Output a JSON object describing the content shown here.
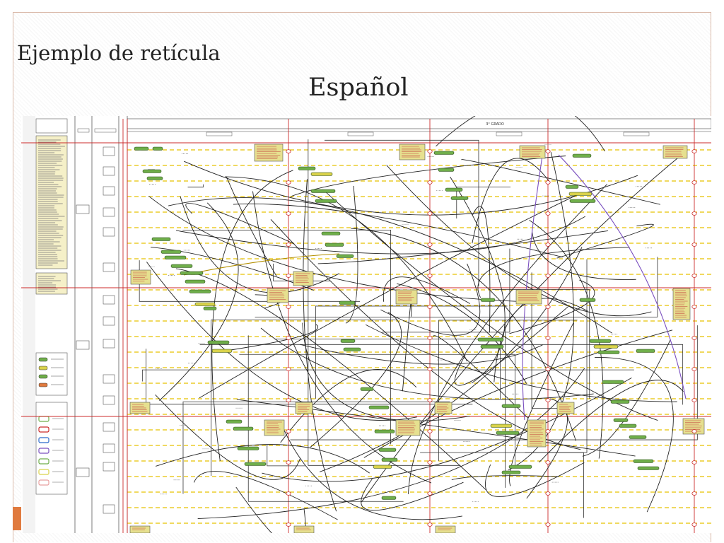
{
  "slide": {
    "title": "Ejemplo de retícula",
    "subtitle": "Español"
  },
  "grid": {
    "header": "3° GRADO",
    "colors": {
      "frame": "#d9b8a8",
      "accent_orange": "#e07a3e",
      "red_line": "#cc2b2b",
      "yellow_dash": "#e8c200",
      "node_green": "#6fae4a",
      "node_yellow": "#d9d24a",
      "note_fill": "#e6e08f",
      "purple_line": "#7a4fbf"
    }
  }
}
